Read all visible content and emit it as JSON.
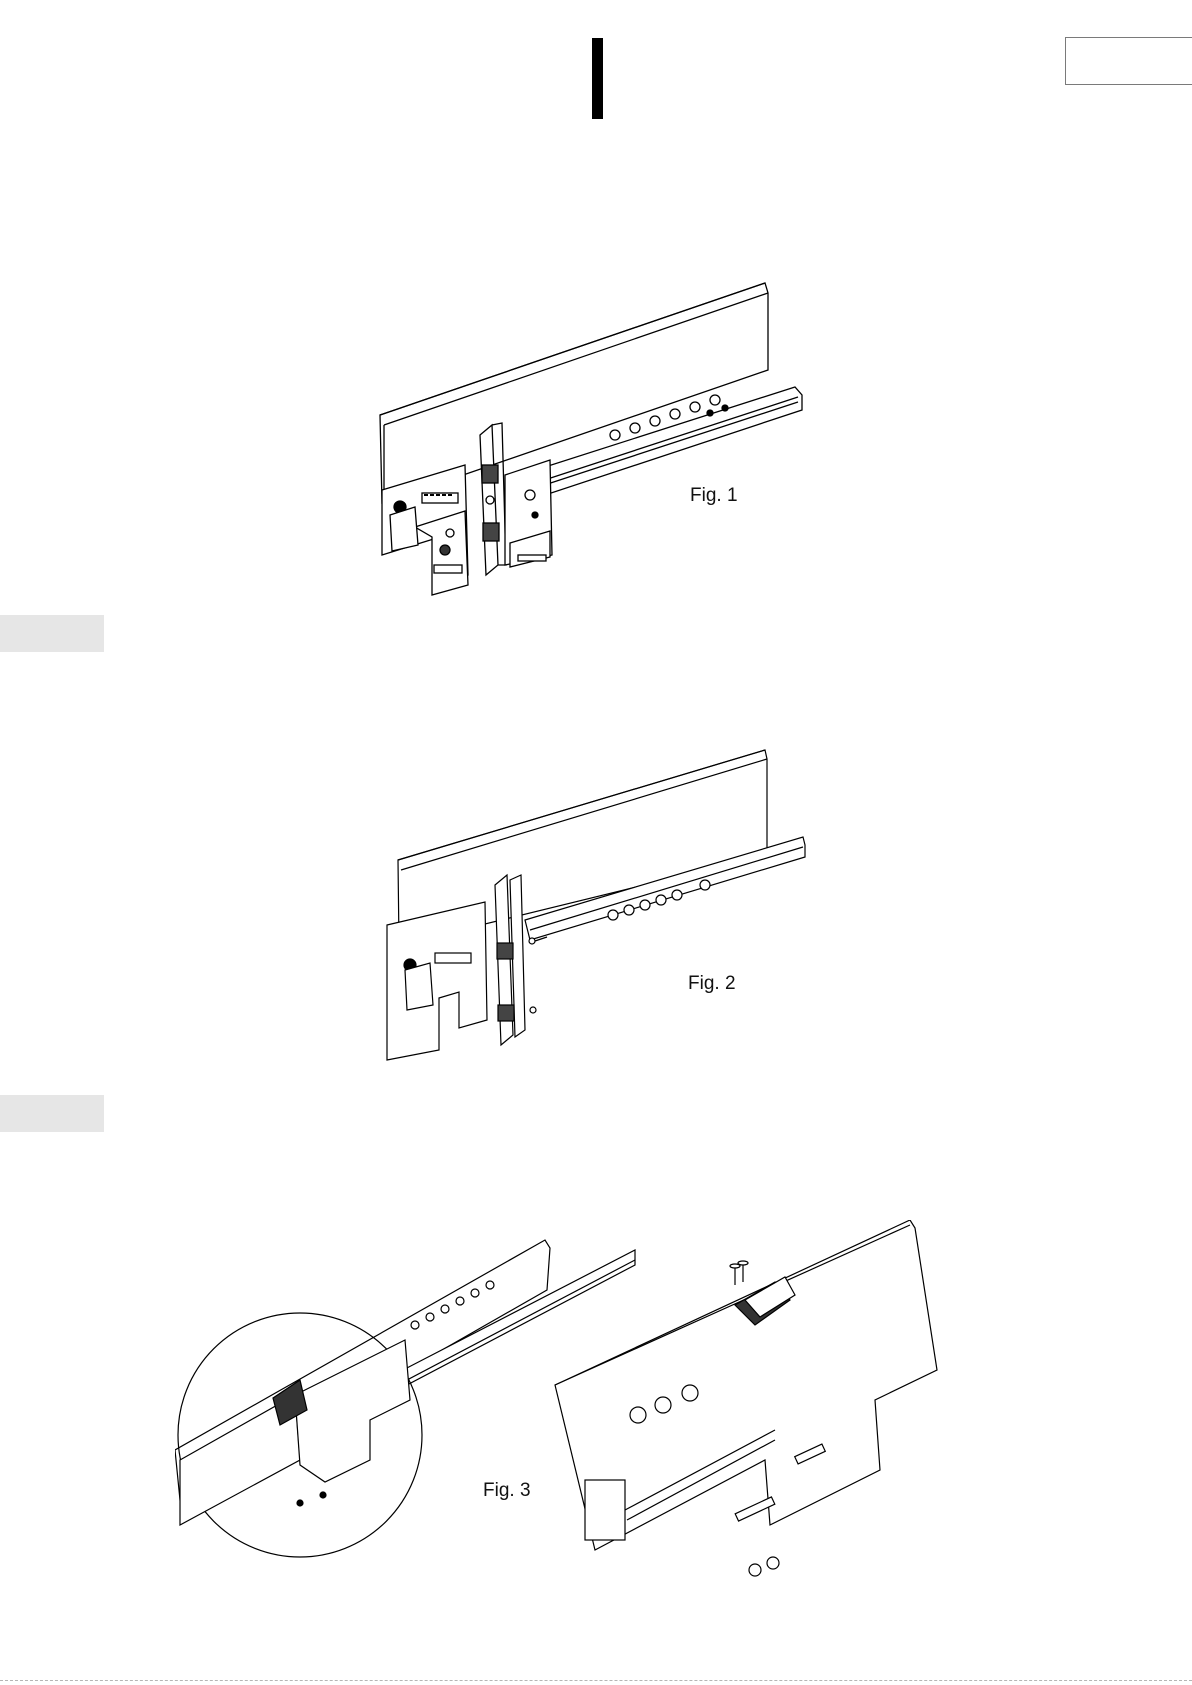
{
  "figures": [
    {
      "id": "fig1",
      "label": "Fig. 1"
    },
    {
      "id": "fig2",
      "label": "Fig. 2"
    },
    {
      "id": "fig3",
      "label": "Fig. 3"
    }
  ],
  "colors": {
    "tab": "#e6e6e6",
    "line": "#000000",
    "box_border": "#7a7a7a"
  }
}
